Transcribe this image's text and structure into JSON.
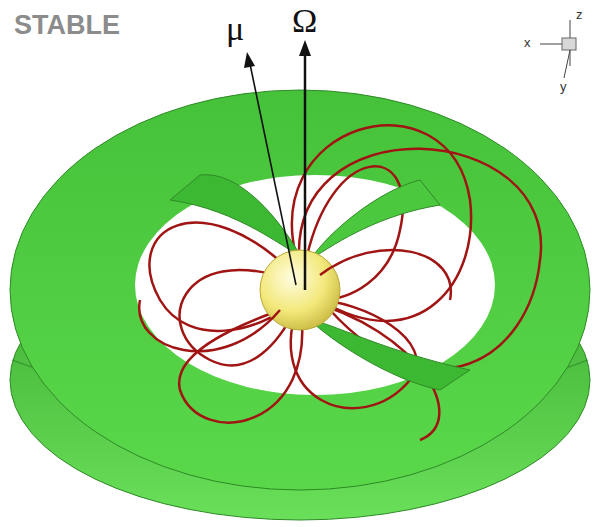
{
  "diagram": {
    "labels": [
      "STABLE",
      "μ",
      "Ω",
      "z",
      "x",
      "y"
    ]
  }
}
